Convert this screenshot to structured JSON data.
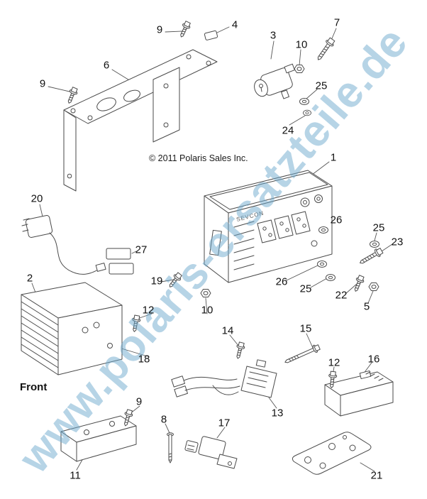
{
  "page": {
    "watermark": "www.polaris-ersatzteile.de",
    "copyright": "© 2011 Polaris Sales Inc.",
    "front_label": "Front"
  },
  "diagram": {
    "controller_label": "SEVCON",
    "callouts": [
      {
        "label": "9"
      },
      {
        "label": "4"
      },
      {
        "label": "3"
      },
      {
        "label": "7"
      },
      {
        "label": "10"
      },
      {
        "label": "6"
      },
      {
        "label": "9"
      },
      {
        "label": "25"
      },
      {
        "label": "24"
      },
      {
        "label": "1"
      },
      {
        "label": "20"
      },
      {
        "label": "27"
      },
      {
        "label": "26"
      },
      {
        "label": "25"
      },
      {
        "label": "23"
      },
      {
        "label": "2"
      },
      {
        "label": "19"
      },
      {
        "label": "26"
      },
      {
        "label": "25"
      },
      {
        "label": "22"
      },
      {
        "label": "5"
      },
      {
        "label": "12"
      },
      {
        "label": "10"
      },
      {
        "label": "14"
      },
      {
        "label": "15"
      },
      {
        "label": "18"
      },
      {
        "label": "12"
      },
      {
        "label": "16"
      },
      {
        "label": "9"
      },
      {
        "label": "8"
      },
      {
        "label": "17"
      },
      {
        "label": "13"
      },
      {
        "label": "11"
      },
      {
        "label": "21"
      }
    ]
  }
}
